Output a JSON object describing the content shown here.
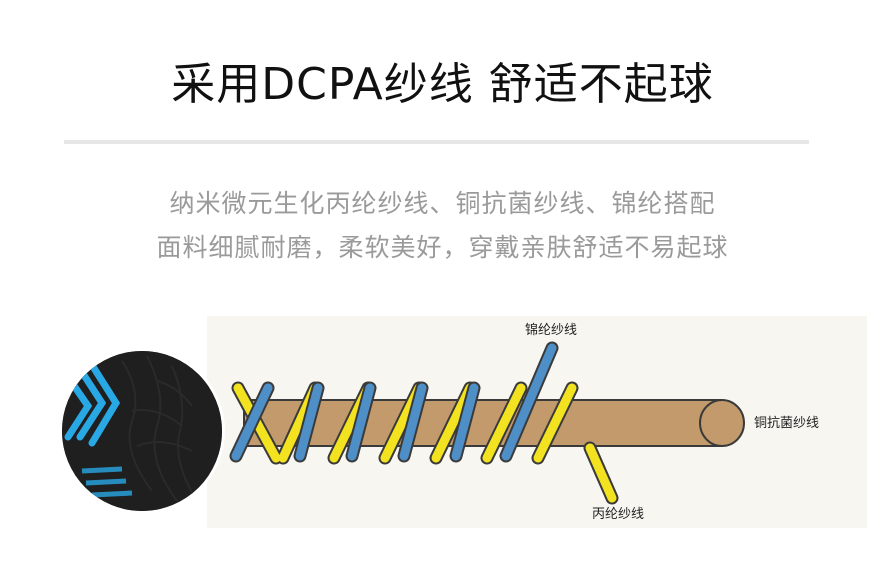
{
  "header": {
    "title": "采用DCPA纱线 舒适不起球",
    "subtitle_line1": "纳米微元生化丙纶纱线、铜抗菌纱线、锦纶搭配",
    "subtitle_line2": "面料细腻耐磨，柔软美好，穿戴亲肤舒适不易起球"
  },
  "diagram": {
    "labels": {
      "nylon": "锦纶纱线",
      "copper": "铜抗菌纱线",
      "polypropylene": "丙纶纱线"
    },
    "colors": {
      "core": "#c39a6b",
      "yellow_strand": "#f2e21f",
      "blue_strand": "#4d8fc6",
      "outline": "#3a3a3a",
      "fabric": "#202020",
      "fabric_stripe": "#29a8e6"
    }
  }
}
